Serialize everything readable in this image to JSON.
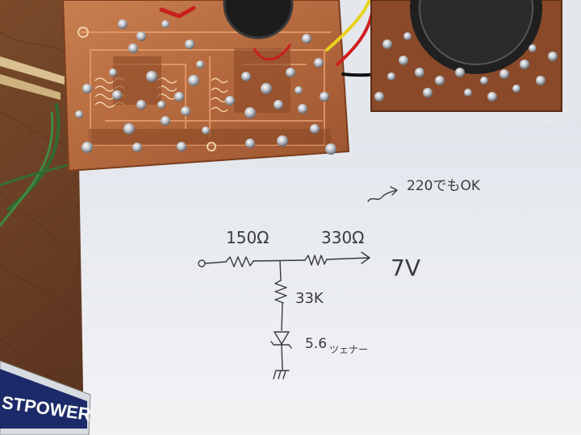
{
  "sketch": {
    "note": "220でもOK",
    "resistor_1": "150Ω",
    "resistor_2": "330Ω",
    "output_voltage": "7V",
    "resistor_3": "33K",
    "zener_value": "5.6",
    "zener_label": "ツェナー"
  },
  "battery_label": "STPOWER",
  "colors": {
    "table_wood": "#6a4226",
    "paper": "#eceff2",
    "pcb_copper": "#b86a3f",
    "pencil": "#3a3a40"
  }
}
